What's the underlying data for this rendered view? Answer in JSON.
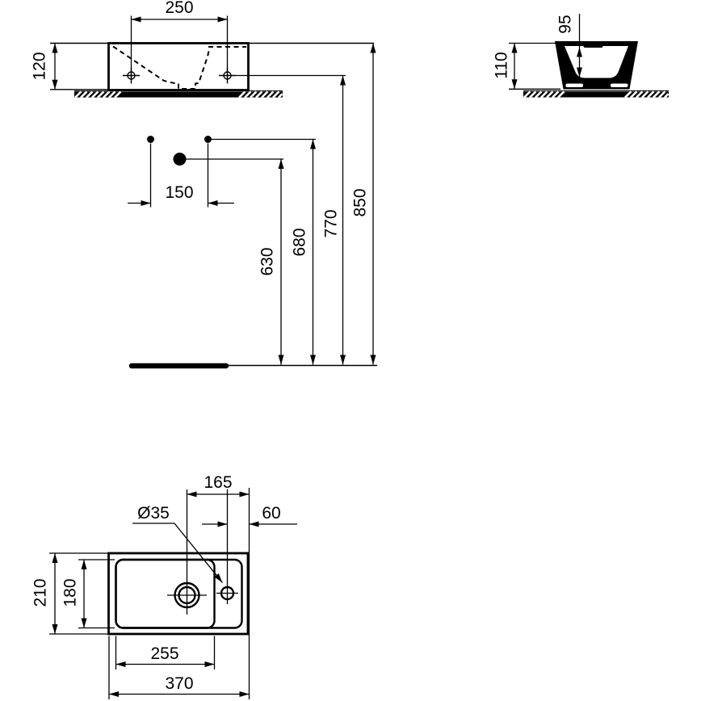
{
  "views": {
    "front": {
      "dims": {
        "fixing_holes_span": "250",
        "basin_height": "120",
        "connection_span": "150",
        "waste_height": "630",
        "connection_height": "680",
        "fixing_holes_height": "770",
        "rim_height": "850"
      }
    },
    "side": {
      "dims": {
        "basin_height": "110",
        "bowl_depth": "95"
      }
    },
    "plan": {
      "dims": {
        "overall_width": "370",
        "bowl_width": "255",
        "overall_depth": "210",
        "bowl_inner_depth": "180",
        "waste_to_edge": "165",
        "taphole_to_edge": "60",
        "taphole_diameter": "Ø35"
      }
    }
  }
}
